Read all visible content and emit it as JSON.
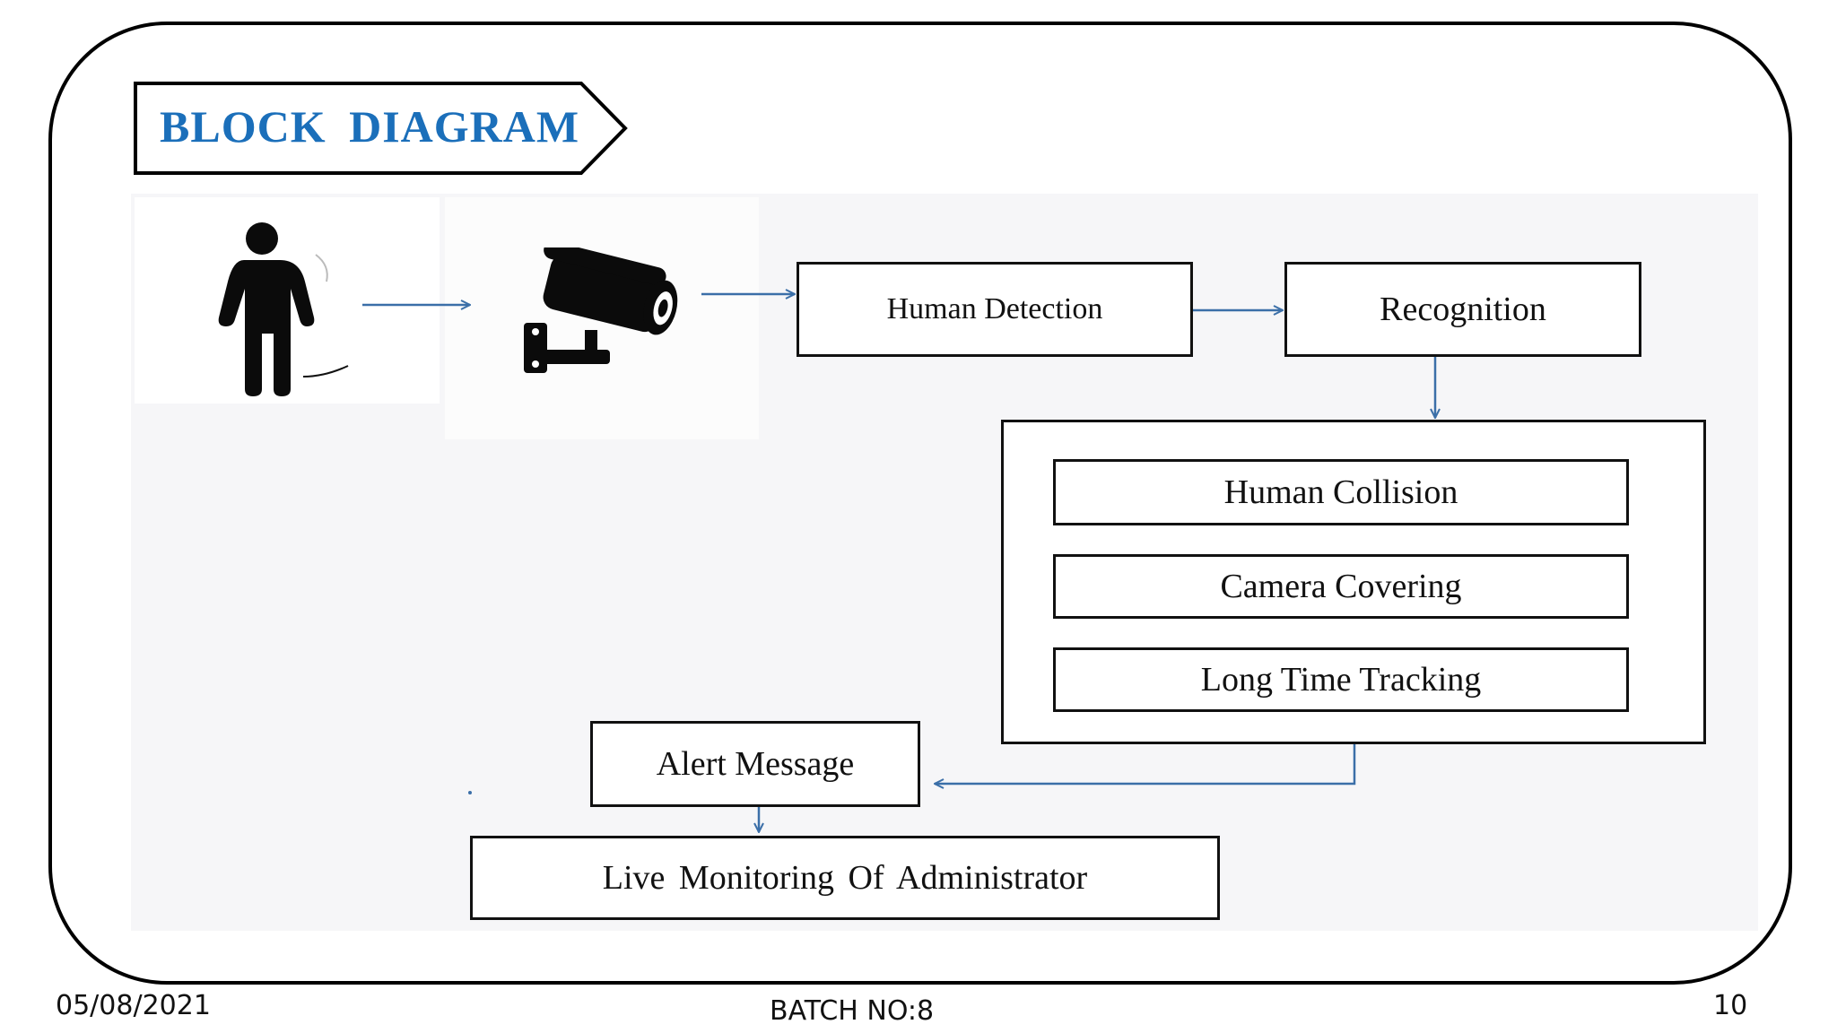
{
  "slide": {
    "title": "BLOCK DIAGRAM",
    "footer": {
      "date": "05/08/2021",
      "batch": "BATCH NO:8",
      "page": "10"
    }
  },
  "diagram": {
    "icons": [
      "person-icon",
      "cctv-camera-icon"
    ],
    "nodes": {
      "human_detection": "Human Detection",
      "recognition": "Recognition",
      "human_collision": "Human Collision",
      "camera_covering": "Camera Covering",
      "long_time_tracking": "Long Time Tracking",
      "alert_message": "Alert Message",
      "live_monitoring": "Live  Monitoring Of  Administrator"
    },
    "colors": {
      "title": "#1b6fba",
      "arrow": "#3b6fa8",
      "border": "#111111"
    }
  }
}
